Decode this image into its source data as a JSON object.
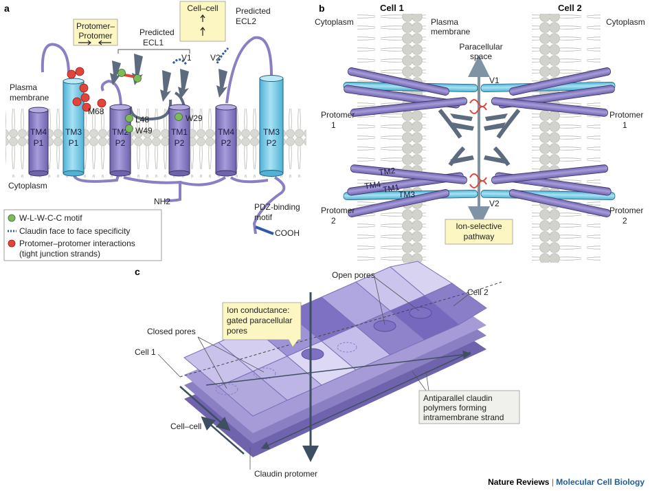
{
  "panels": {
    "a": "a",
    "b": "b",
    "c": "c"
  },
  "panel_a": {
    "plasma_membrane": [
      "Plasma",
      "membrane"
    ],
    "cytoplasm": "Cytoplasm",
    "protomer_box": [
      "Protomer–",
      "Protomer"
    ],
    "cellcell_box": "Cell–cell",
    "predicted_ecl1": [
      "Predicted",
      "ECL1"
    ],
    "predicted_ecl2": [
      "Predicted",
      "ECL2"
    ],
    "v1": "V1",
    "v2": "V2",
    "m68": "M68",
    "l48": "L48",
    "w49": "W49",
    "w29": "W29",
    "nh2": "NH2",
    "pdz": [
      "PDZ-binding",
      "motif"
    ],
    "cooh": "COOH",
    "helices": [
      {
        "line1": "TM4",
        "line2": "P1"
      },
      {
        "line1": "TM3",
        "line2": "P1"
      },
      {
        "line1": "TM2",
        "line2": "P2"
      },
      {
        "line1": "TM1",
        "line2": "P2"
      },
      {
        "line1": "TM4",
        "line2": "P2"
      },
      {
        "line1": "TM3",
        "line2": "P2"
      }
    ],
    "legend": {
      "motif": "W-L-W-C-C motif",
      "specificity": "Claudin face to face specificity",
      "interactions": [
        "Protomer–protomer interactions",
        "(tight junction strands)"
      ]
    }
  },
  "panel_b": {
    "cell1": "Cell 1",
    "cell2": "Cell 2",
    "cytoplasm_left": "Cytoplasm",
    "cytoplasm_right": "Cytoplasm",
    "plasma_membrane": [
      "Plasma",
      "membrane"
    ],
    "paracellular": [
      "Paracellular",
      "space"
    ],
    "v1": "V1",
    "v2": "V2",
    "protomer1_left": [
      "Protomer",
      "1"
    ],
    "protomer1_right": [
      "Protomer",
      "1"
    ],
    "protomer2_left": [
      "Protomer",
      "2"
    ],
    "protomer2_right": [
      "Protomer",
      "2"
    ],
    "tm2": "TM2",
    "tm4": "TM4",
    "tm1": "TM1",
    "tm3": "TM3",
    "ion_box": [
      "Ion-selective",
      "pathway"
    ]
  },
  "panel_c": {
    "open_pores": "Open pores",
    "cell2": "Cell 2",
    "cell1": "Cell 1",
    "closed_pores": "Closed pores",
    "ion_box": [
      "Ion conductance:",
      "gated paracellular",
      "pores"
    ],
    "antiparallel": [
      "Antiparallel claudin",
      "polymers forming",
      "intramembrane strand"
    ],
    "cellcell": "Cell–cell",
    "claudin_protomer": "Claudin protomer"
  },
  "footer": {
    "journal": "Nature Reviews",
    "separator": "|",
    "section": "Molecular Cell Biology"
  },
  "colors": {
    "purple": "#8b7fc4",
    "blue": "#7ccfe8",
    "slate": "#5d6b7e",
    "red": "#e0443a",
    "green": "#7cba5a",
    "yellow_box": "#fbf6c2",
    "membrane": "#d6d6d0"
  }
}
